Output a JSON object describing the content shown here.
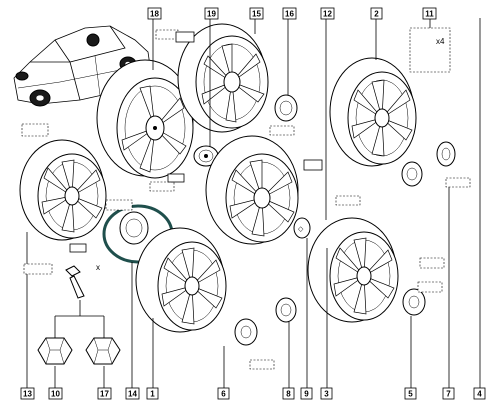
{
  "callouts": [
    {
      "id": "18",
      "text": "18"
    },
    {
      "id": "19",
      "text": "19"
    },
    {
      "id": "15",
      "text": "15"
    },
    {
      "id": "16",
      "text": "16"
    },
    {
      "id": "12",
      "text": "12"
    },
    {
      "id": "2",
      "text": "2"
    },
    {
      "id": "11",
      "text": "11"
    },
    {
      "id": "13",
      "text": "13"
    },
    {
      "id": "10",
      "text": "10"
    },
    {
      "id": "17",
      "text": "17"
    },
    {
      "id": "14",
      "text": "14"
    },
    {
      "id": "1",
      "text": "1"
    },
    {
      "id": "6a",
      "text": "6"
    },
    {
      "id": "8",
      "text": "8"
    },
    {
      "id": "9",
      "text": "9"
    },
    {
      "id": "3",
      "text": "3"
    },
    {
      "id": "5",
      "text": "5"
    },
    {
      "id": "7",
      "text": "7"
    },
    {
      "id": "4",
      "text": "4"
    }
  ],
  "annotations": {
    "x4": "x4",
    "x_bolt": "x"
  },
  "colors": {
    "highlight_circle": "#1f4f4c",
    "line": "#000000"
  }
}
